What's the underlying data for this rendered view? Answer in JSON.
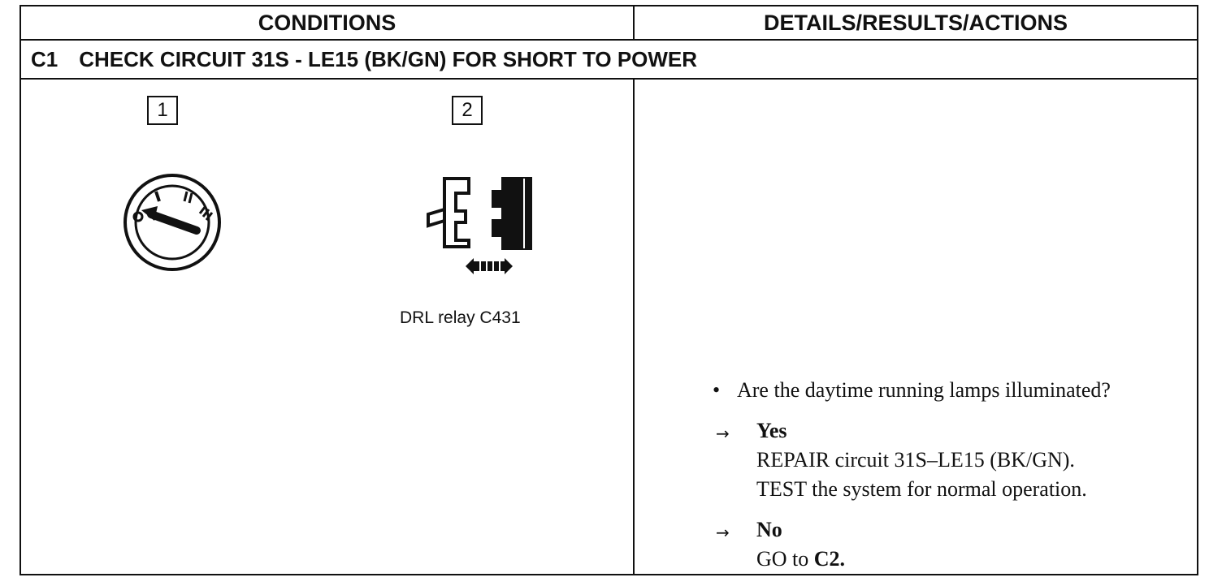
{
  "header": {
    "conditions": "CONDITIONS",
    "details": "DETAILS/RESULTS/ACTIONS"
  },
  "step": {
    "id": "C1",
    "title": "CHECK CIRCUIT 31S - LE15 (BK/GN) FOR SHORT TO POWER"
  },
  "conditions": {
    "step1_number": "1",
    "step2_number": "2",
    "ignition_icon": "ignition-switch-icon",
    "connector_icon": "connector-disconnect-icon",
    "step2_caption": "DRL relay C431",
    "ignition_labels": [
      "O",
      "I",
      "II",
      "III"
    ]
  },
  "details": {
    "bullet": "•",
    "question": "Are the daytime running lamps illuminated?",
    "arrow_symbol": "→",
    "yes_label": "Yes",
    "yes_action_1": "REPAIR circuit 31S–LE15 (BK/GN).",
    "yes_action_2": "TEST the system for normal operation.",
    "no_label": "No",
    "no_action_prefix": "GO to ",
    "no_action_target": "C2."
  }
}
